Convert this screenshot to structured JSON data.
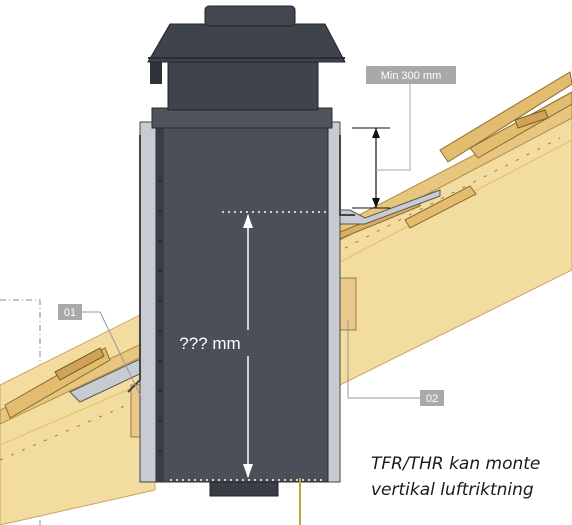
{
  "labels": {
    "min_height": "Min 300 mm",
    "height_unknown": "??? mm",
    "callout_01": "01",
    "callout_02": "02"
  },
  "caption": {
    "line1": "TFR/THR kan monte",
    "line2": "vertikal luftriktning"
  },
  "colors": {
    "roof_wood": "#f3dca0",
    "roof_tile": "#e2bd70",
    "duct_body": "#4b4f57",
    "cap": "#3f434b",
    "flashing": "#c8ccd2",
    "label_bg": "#a9a9a9"
  }
}
